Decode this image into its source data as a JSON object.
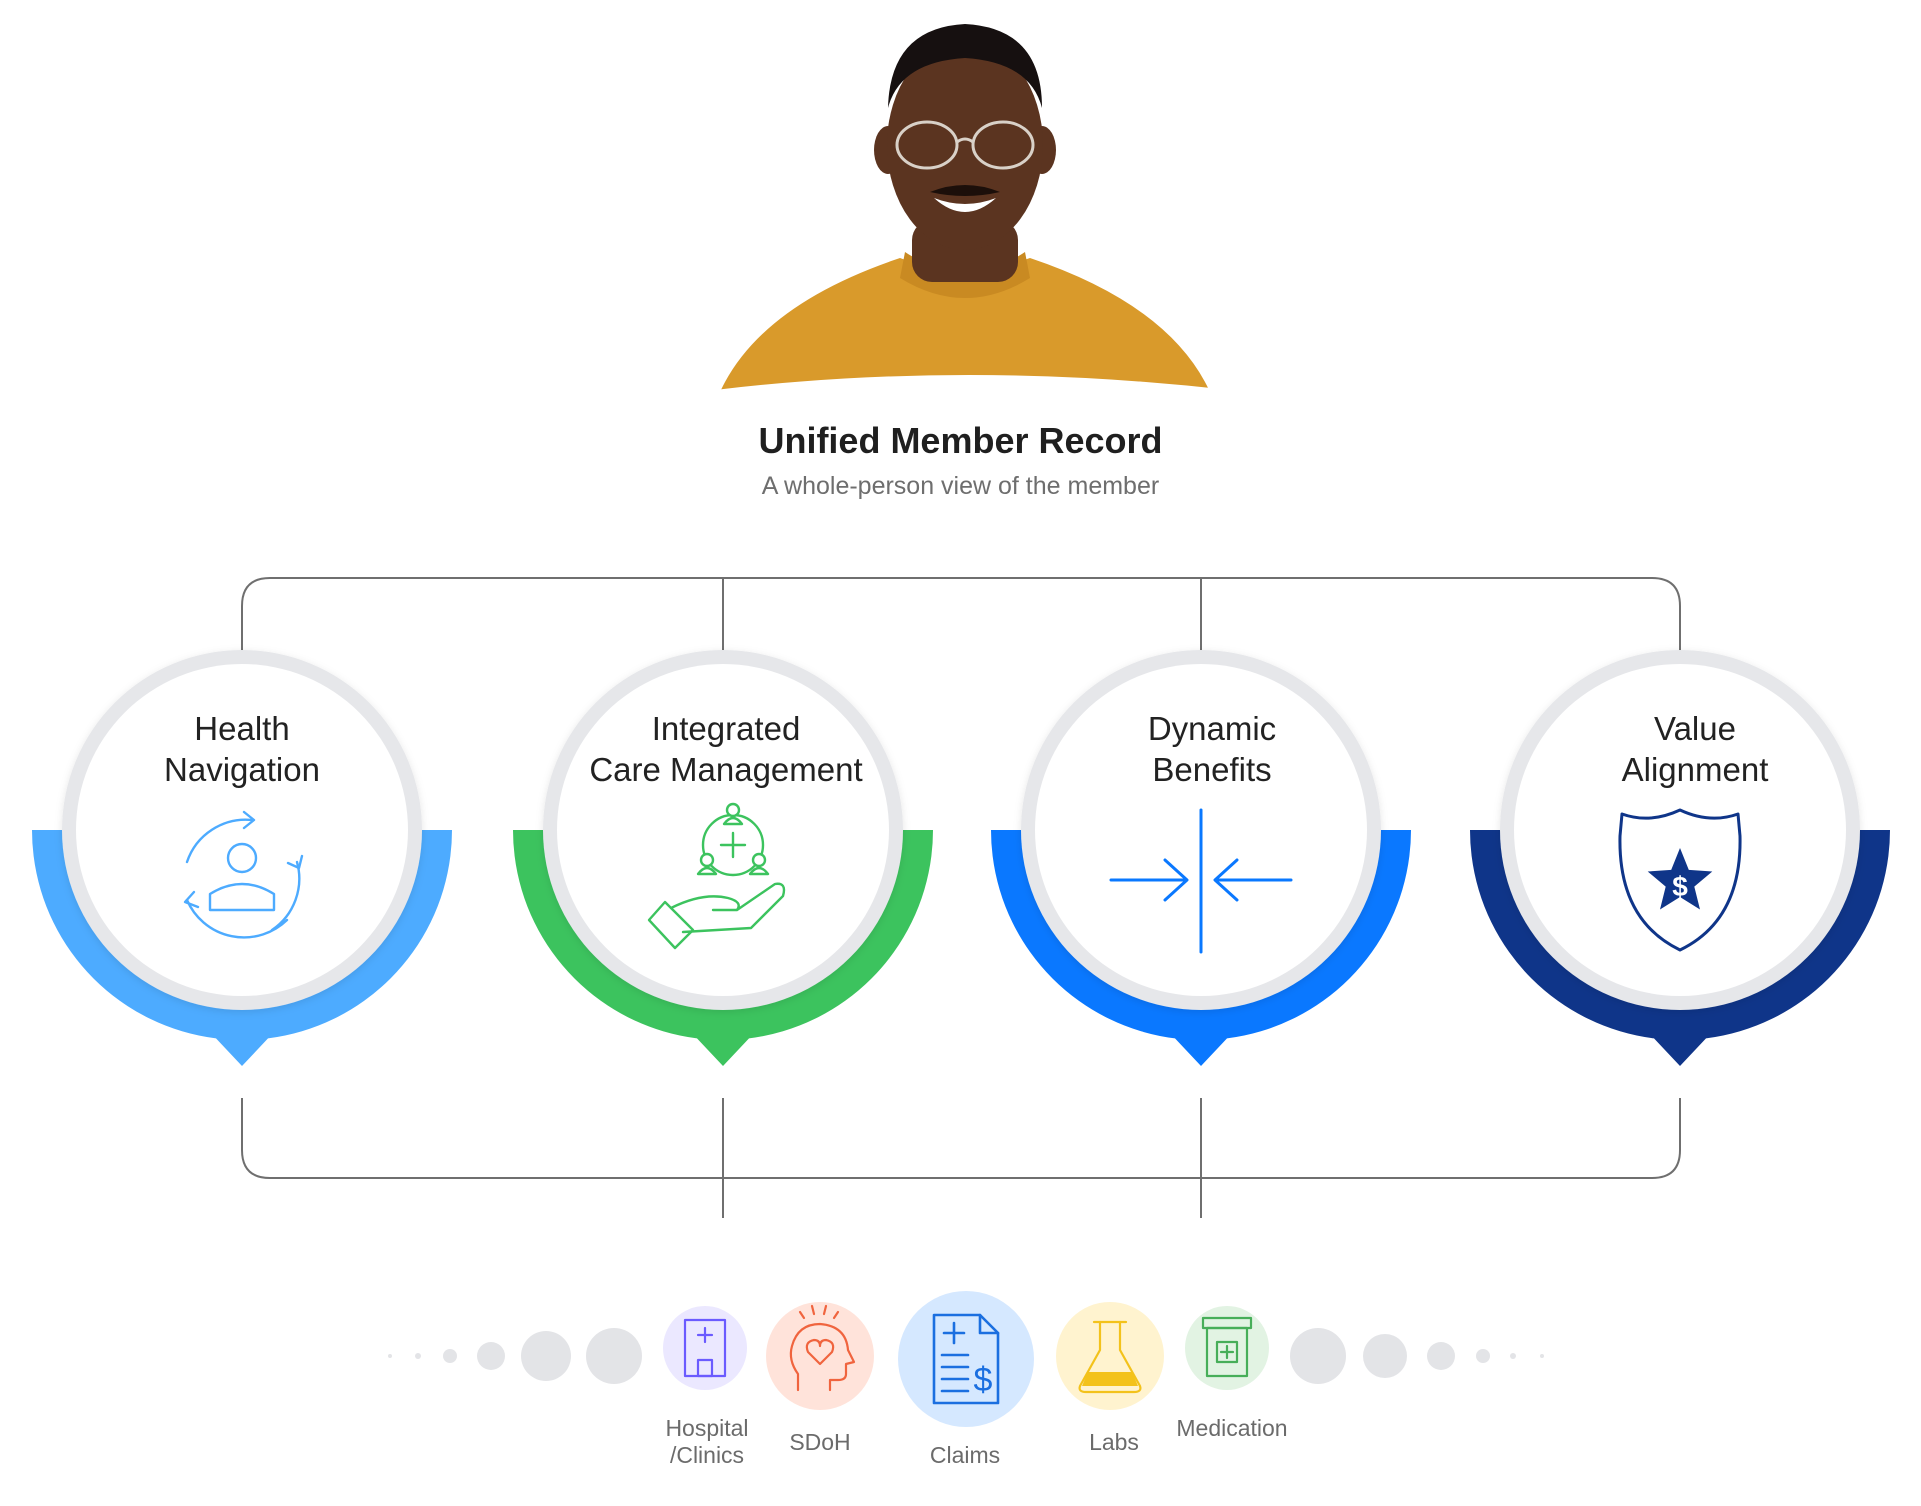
{
  "header": {
    "title": "Unified Member Record",
    "subtitle": "A whole-person view of the member"
  },
  "pillars": [
    {
      "line1": "Health",
      "line2": "Navigation",
      "icon": "navigation-cycle-icon",
      "color": "#4dabff"
    },
    {
      "line1": "Integrated",
      "line2": "Care Management",
      "icon": "care-hand-icon",
      "color": "#3cc35e"
    },
    {
      "line1": "Dynamic",
      "line2": "Benefits",
      "icon": "converge-arrows-icon",
      "color": "#0a78ff"
    },
    {
      "line1": "Value",
      "line2": "Alignment",
      "icon": "shield-star-dollar-icon",
      "color": "#0f3589"
    }
  ],
  "sources": [
    {
      "line1": "Hospital",
      "line2": "/Clinics",
      "icon": "hospital-icon",
      "color": "#6b5bff",
      "bg": "#ebe8ff"
    },
    {
      "line1": "SDoH",
      "line2": "",
      "icon": "head-heart-icon",
      "color": "#f0643e",
      "bg": "#ffe3da"
    },
    {
      "line1": "Claims",
      "line2": "",
      "icon": "claims-document-icon",
      "color": "#1b6fe0",
      "bg": "#d5e8ff"
    },
    {
      "line1": "Labs",
      "line2": "",
      "icon": "lab-flask-icon",
      "color": "#f3c21b",
      "bg": "#fff3cf"
    },
    {
      "line1": "Medication",
      "line2": "",
      "icon": "medicine-box-icon",
      "color": "#47ae59",
      "bg": "#e2f3e3"
    }
  ],
  "colors": {
    "connector": "#6f6f6f",
    "ring": "#e6e7ea",
    "dot": "#e3e4e7",
    "sweater": "#d99a2b",
    "skin": "#5b3420"
  }
}
